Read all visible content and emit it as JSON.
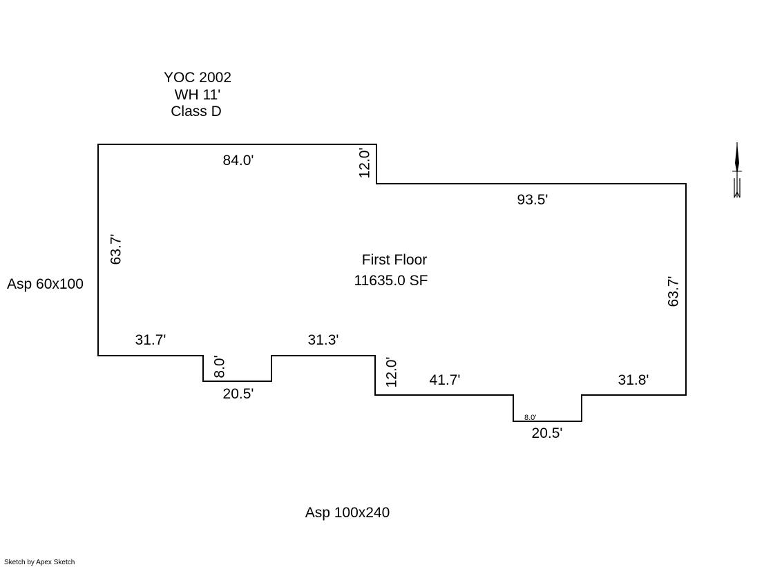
{
  "header_notes": {
    "yoc": "YOC 2002",
    "wall_height": "WH 11'",
    "class": "Class D"
  },
  "area": {
    "label": "First Floor",
    "size": "11635.0 SF"
  },
  "surroundings": {
    "left_paving": "Asp 60x100",
    "bottom_paving": "Asp 100x240"
  },
  "dimensions": {
    "top_left": "84.0'",
    "top_step": "12.0'",
    "top_right": "93.5'",
    "left": "63.7'",
    "right": "63.7'",
    "bottom_left_1": "31.7'",
    "notch_1_depth": "8.0'",
    "notch_1_width": "20.5'",
    "bottom_left_2": "31.3'",
    "bottom_step": "12.0'",
    "bottom_right_1": "41.7'",
    "notch_2_depth": "8.0'",
    "notch_2_width": "20.5'",
    "bottom_right_2": "31.8'"
  },
  "footer": {
    "credit": "Sketch by Apex Sketch"
  },
  "icons": {
    "compass": "north-arrow-icon"
  },
  "colors": {
    "line": "#000000",
    "background": "#ffffff"
  }
}
